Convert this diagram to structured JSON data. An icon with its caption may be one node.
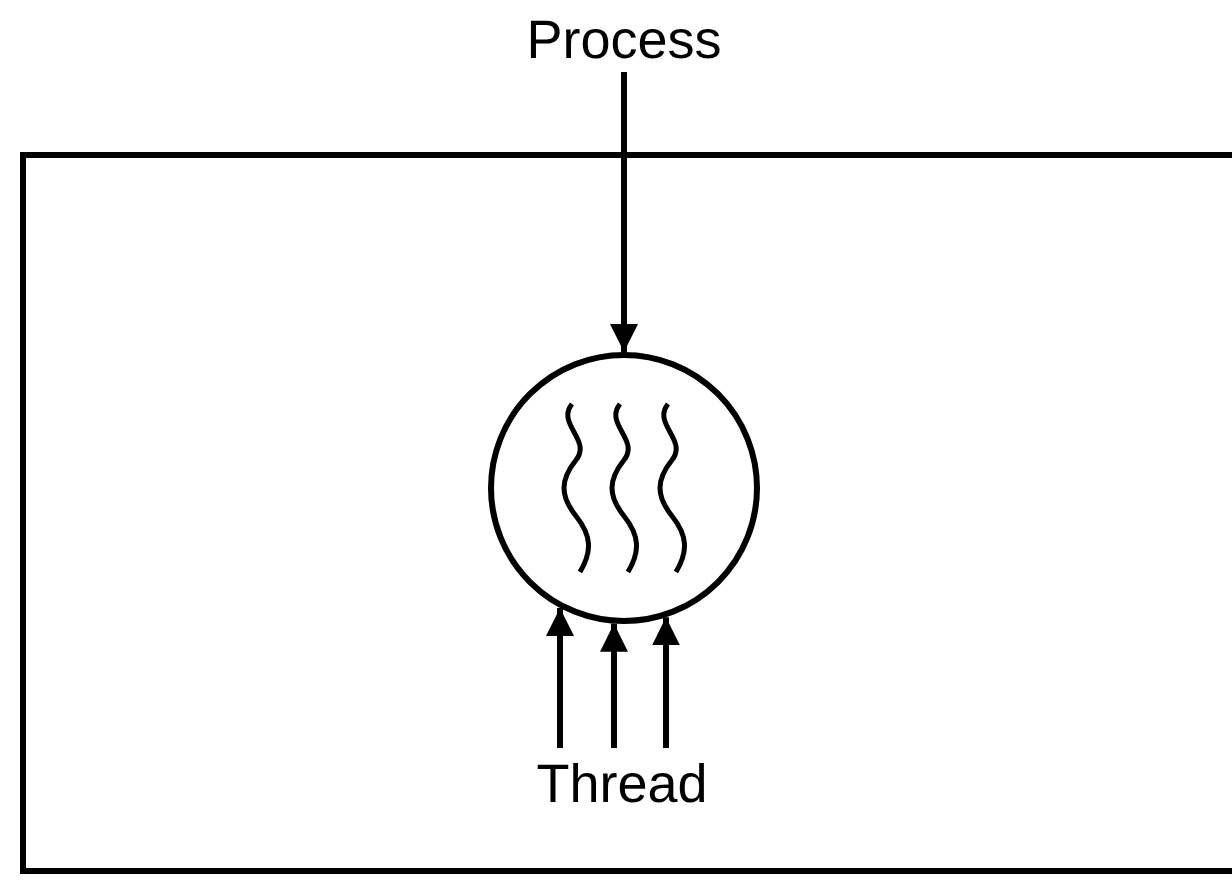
{
  "diagram": {
    "nodes": [
      {
        "text": [
          "Process"
        ]
      },
      {
        "text": [],
        "shape": "box"
      },
      {
        "text": [],
        "shape": "circle",
        "in": 1
      },
      {
        "text": [
          "Thread"
        ],
        "in": 1
      }
    ],
    "edges": [
      {
        "from": 0,
        "to": 2,
        "arrow": "to"
      },
      {
        "from": 3,
        "to": 2,
        "arrow": "to"
      },
      {
        "from": 3,
        "to": 2,
        "arrow": "to"
      },
      {
        "from": 3,
        "to": 2,
        "arrow": "to"
      }
    ]
  }
}
